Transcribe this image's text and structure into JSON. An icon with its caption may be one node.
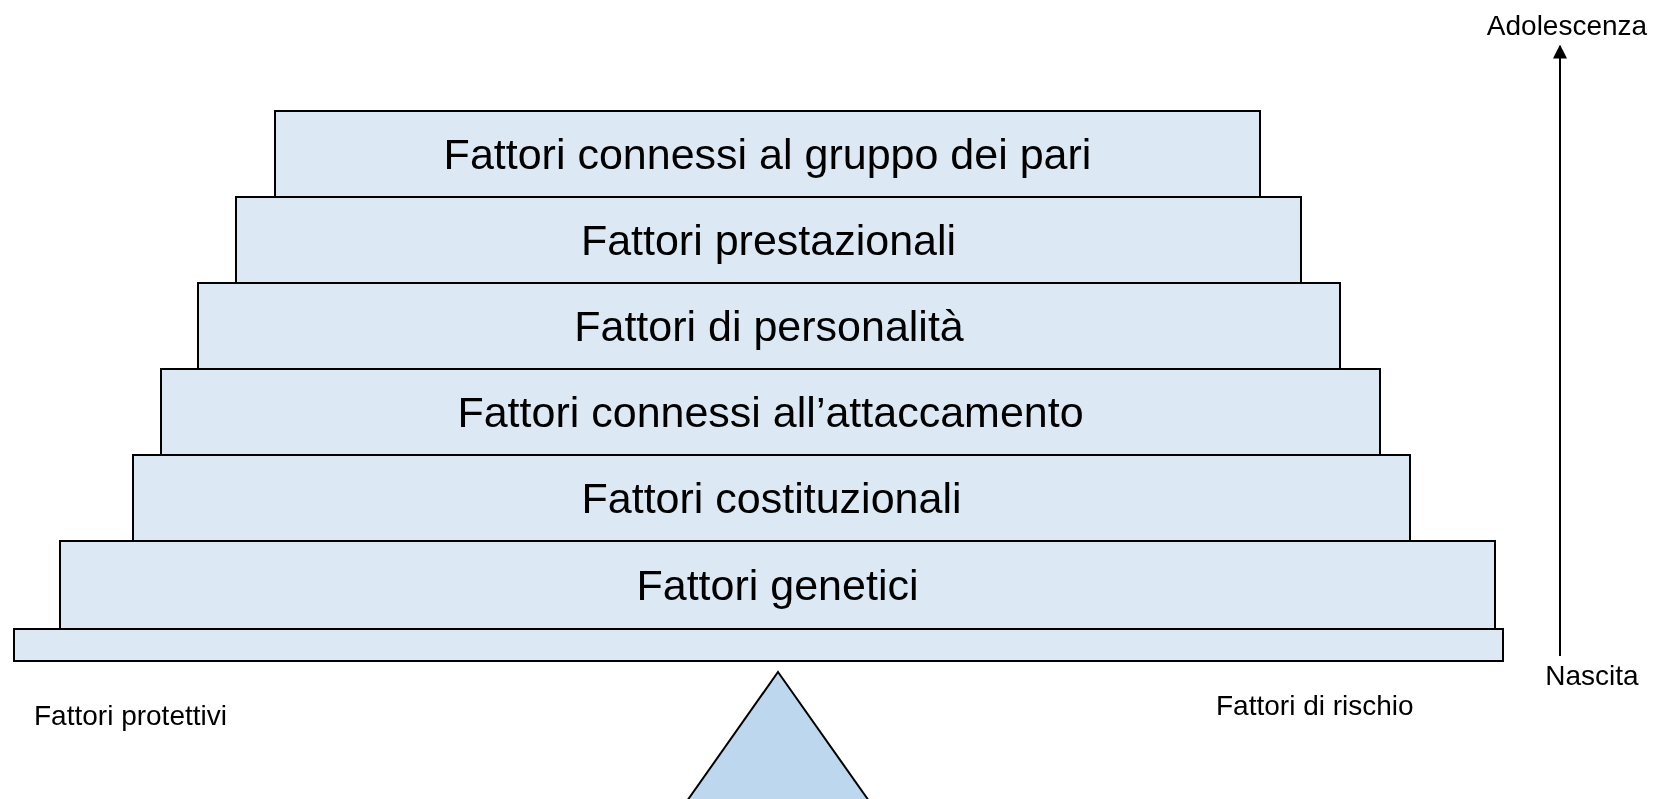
{
  "diagram": {
    "nodes": [
      {
        "text": [
          "Adolescenza"
        ]
      },
      {
        "text": [
          "Fattori connessi al gruppo dei pari"
        ]
      },
      {
        "text": [
          "Fattori prestazionali"
        ]
      },
      {
        "text": [
          "Fattori di personalità"
        ]
      },
      {
        "text": [
          "Fattori connessi all’attaccamento"
        ]
      },
      {
        "text": [
          "Fattori costituzionali"
        ]
      },
      {
        "text": [
          "Fattori genetici"
        ]
      },
      {
        "text": [],
        "shape": "bar"
      },
      {
        "text": [],
        "shape": "triangle"
      },
      {
        "text": [
          "Nascita"
        ]
      }
    ],
    "edges": [
      {
        "from": 9,
        "to": 0,
        "arrow": "to"
      }
    ],
    "labels": [
      "Fattori protettivi",
      "Fattori di rischio"
    ]
  }
}
